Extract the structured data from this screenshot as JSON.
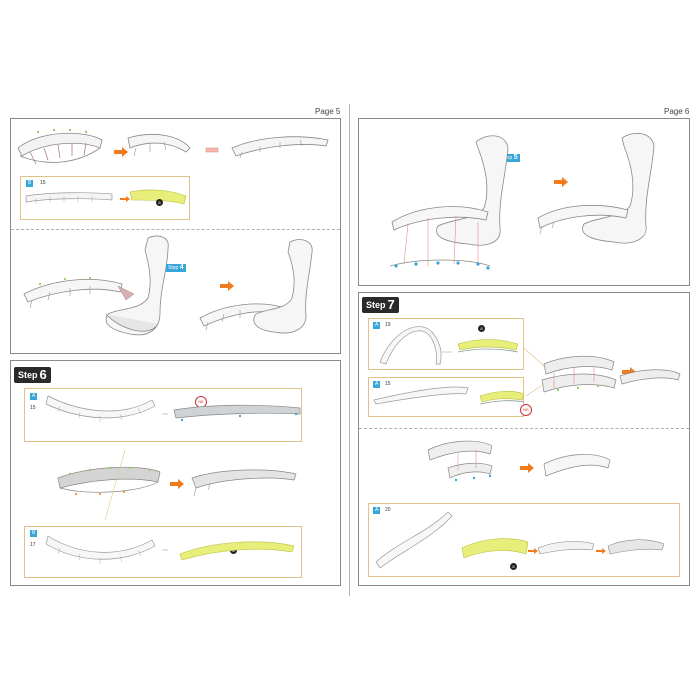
{
  "pages": {
    "left_label": "Page 5",
    "right_label": "Page 6"
  },
  "steps": {
    "step6": {
      "word": "Step",
      "num": "6"
    },
    "step7": {
      "word": "Step",
      "num": "7"
    }
  },
  "callouts": {
    "p5_sub_letter": "B",
    "p5_sub_qty": "15",
    "p5_marker": "8",
    "p5_step_tag": "Step",
    "p5_step_tag_num": "4",
    "p6_step_tag": "Step",
    "p6_step_tag_num": "5",
    "s6_a_letter": "A",
    "s6_a_qty": "15",
    "s6_ne": "NE",
    "s6_b_letter": "B",
    "s6_b_qty": "17",
    "s6_marker": "8",
    "s7_a1_letter": "A",
    "s7_a1_qty": "19",
    "s7_a1_marker": "8",
    "s7_a2_letter": "A",
    "s7_a2_qty": "15",
    "s7_ne": "NE",
    "s7_a3_letter": "A",
    "s7_a3_qty": "20",
    "s7_a3_marker": "8"
  },
  "colors": {
    "arrow": "#f07c1e",
    "highlight_yellow": "#e8ee7a",
    "marker_blue": "#37a6d8",
    "guide_red": "#e07a6a",
    "panel_border": "#8a8a8a",
    "subbox_border": "#e3c28a"
  }
}
